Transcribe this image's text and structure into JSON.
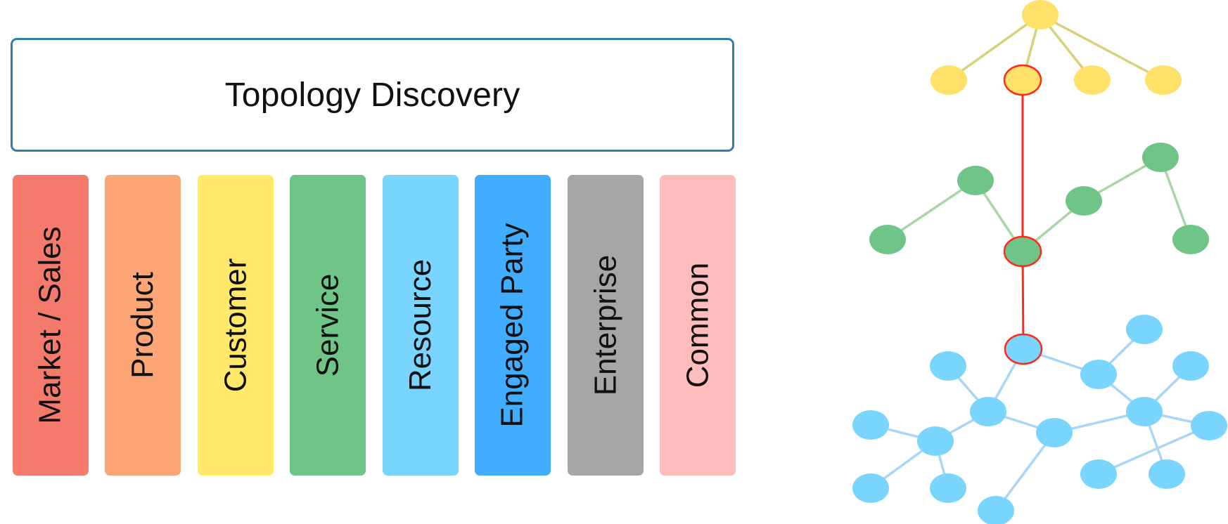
{
  "diagram": {
    "title": "Topology Discovery",
    "domains": [
      {
        "label": "Market / Sales",
        "color": "#f47a6b"
      },
      {
        "label": "Product",
        "color": "#fca675"
      },
      {
        "label": "Customer",
        "color": "#ffe86a"
      },
      {
        "label": "Service",
        "color": "#6ec587"
      },
      {
        "label": "Resource",
        "color": "#79d5fd"
      },
      {
        "label": "Engaged Party",
        "color": "#42adff"
      },
      {
        "label": "Enterprise",
        "color": "#a6a6a6"
      },
      {
        "label": "Common",
        "color": "#ffbcbc"
      }
    ],
    "graph_colors": {
      "yellow_node": "#ffe16a",
      "yellow_edge": "#d8d17a",
      "green_node": "#6ec587",
      "green_edge": "#a9d6a6",
      "blue_node": "#79d5fd",
      "blue_edge": "#a8d6f6",
      "highlight": "#ff2a1a"
    }
  }
}
